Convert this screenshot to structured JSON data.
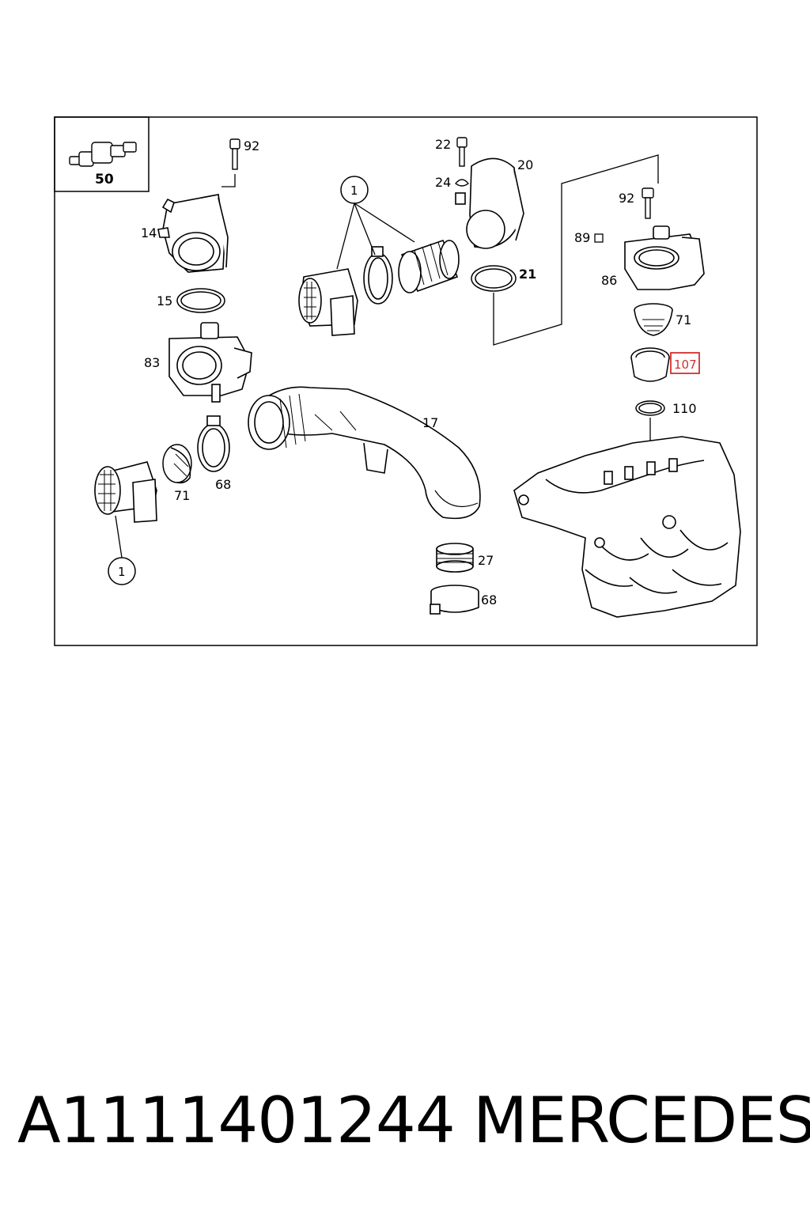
{
  "diagram": {
    "inset_label": "50",
    "labels": {
      "p92a": "92",
      "p14": "14",
      "p15": "15",
      "p83": "83",
      "p1a": "1",
      "p1b": "1",
      "p22": "22",
      "p24": "24",
      "p20": "20",
      "p21": "21",
      "p92b": "92",
      "p89": "89",
      "p86": "86",
      "p71a": "71",
      "p107": "107",
      "p110": "110",
      "p17": "17",
      "p71b": "71",
      "p68a": "68",
      "p27": "27",
      "p68b": "68"
    },
    "highlight_color": "#d32f2f"
  },
  "footer": {
    "part_number": "A1111401244",
    "brand": "MERCEDES"
  }
}
